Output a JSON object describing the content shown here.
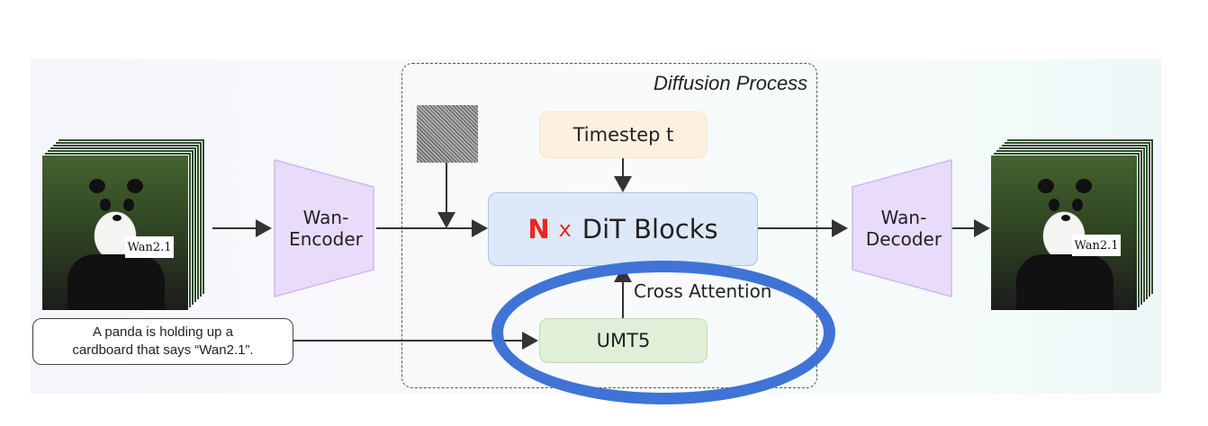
{
  "title": "Diffusion Process",
  "encoder": {
    "line1": "Wan-",
    "line2": "Encoder"
  },
  "decoder": {
    "line1": "Wan-",
    "line2": "Decoder"
  },
  "timestep": "Timestep t",
  "dit": {
    "n": "N",
    "x": "x",
    "label": "DiT Blocks"
  },
  "cross_attention": "Cross Attention",
  "umt5": "UMT5",
  "prompt": {
    "line1": "A panda is holding up a",
    "line2": "cardboard that says “Wan2.1”."
  },
  "sign_text": "Wan2.1",
  "colors": {
    "encoder_fill": "#e8dcfa",
    "timestep_fill": "#fcf1de",
    "dit_fill": "#dde8f8",
    "umt5_fill": "#e0efd8",
    "highlight_ellipse": "#3f73d6",
    "n_red": "#e8281e"
  }
}
